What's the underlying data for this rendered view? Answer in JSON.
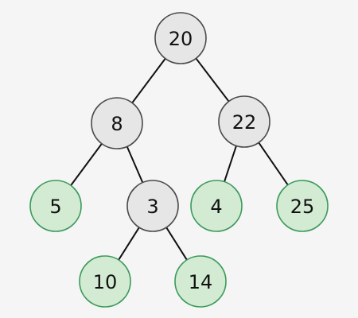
{
  "colors": {
    "background": "#f5f5f5",
    "internal_fill": "#e6e6e6",
    "internal_stroke": "#4a4a4a",
    "leaf_fill": "#d3ebd3",
    "leaf_stroke": "#3c9a5c",
    "edge": "#111111",
    "text": "#111111"
  },
  "tree": {
    "root": "n20",
    "nodes": [
      {
        "id": "n20",
        "label": "20",
        "kind": "internal",
        "children": [
          "n8",
          "n22"
        ]
      },
      {
        "id": "n8",
        "label": "8",
        "kind": "internal",
        "children": [
          "n5",
          "n3"
        ]
      },
      {
        "id": "n22",
        "label": "22",
        "kind": "internal",
        "children": [
          "n4",
          "n25"
        ]
      },
      {
        "id": "n5",
        "label": "5",
        "kind": "leaf",
        "children": []
      },
      {
        "id": "n3",
        "label": "3",
        "kind": "internal",
        "children": [
          "n10",
          "n14"
        ]
      },
      {
        "id": "n4",
        "label": "4",
        "kind": "leaf",
        "children": []
      },
      {
        "id": "n25",
        "label": "25",
        "kind": "leaf",
        "children": []
      },
      {
        "id": "n10",
        "label": "10",
        "kind": "leaf",
        "children": []
      },
      {
        "id": "n14",
        "label": "14",
        "kind": "leaf",
        "children": []
      }
    ]
  }
}
